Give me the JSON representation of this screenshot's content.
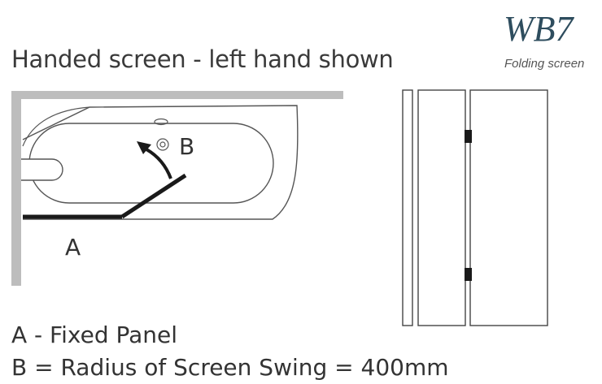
{
  "header": {
    "title": "Handed screen - left hand shown",
    "brand": "WB7",
    "subtitle": "Folding screen"
  },
  "plan_view": {
    "label_a": "A",
    "label_b": "B"
  },
  "legend": {
    "a": "A - Fixed Panel",
    "b": "B = Radius of Screen Swing = 400mm"
  }
}
